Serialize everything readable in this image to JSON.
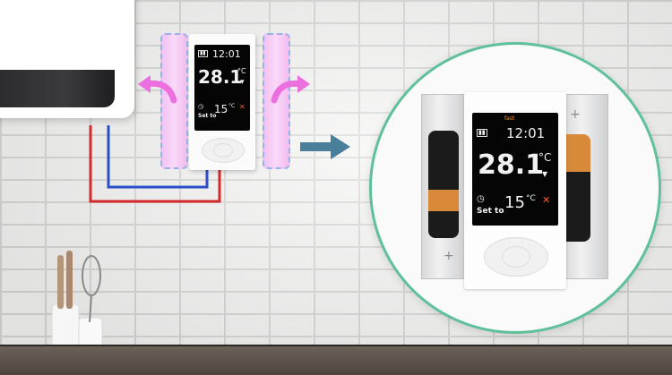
{
  "thermostat": {
    "clock": "12:01",
    "temperature": "28.1",
    "unit": "°C",
    "set_to_label": "Set to",
    "set_value": "15",
    "set_unit": "°C",
    "indicator": "fast"
  },
  "icons": [
    "battery-icon",
    "thermometer-icon",
    "clock-icon",
    "heat-icon",
    "arrow-right-icon",
    "curved-arrow-icon",
    "plus-icon"
  ],
  "colors": {
    "highlight_circle": "#5fc19a",
    "slot_fill": "#f3c1f3",
    "slot_border": "#9ab0e8",
    "arrow": "#4a7f9c",
    "pipe_red": "#d42a2a",
    "pipe_blue": "#2a4fc8",
    "battery_gold": "#d9893a"
  }
}
